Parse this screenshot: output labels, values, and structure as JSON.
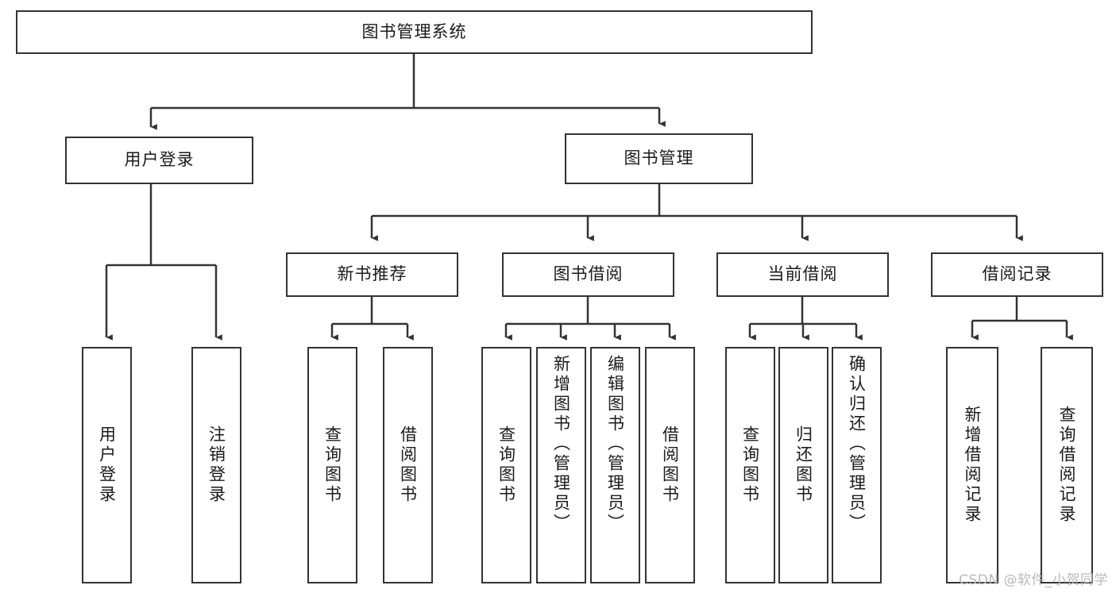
{
  "diagram": {
    "title": "图书管理系统",
    "type": "hierarchy-tree",
    "orientation": "top-down",
    "colors": {
      "stroke": "#333333",
      "fill": "#ffffff",
      "text": "#1a1a1a",
      "watermark": "#b9b9b9"
    },
    "root": {
      "label": "图书管理系统"
    },
    "level2": [
      {
        "label": "用户登录"
      },
      {
        "label": "图书管理"
      }
    ],
    "level3": [
      {
        "label": "新书推荐"
      },
      {
        "label": "图书借阅"
      },
      {
        "label": "当前借阅"
      },
      {
        "label": "借阅记录"
      }
    ],
    "leaves": {
      "user_login": [
        {
          "label": "用户登录"
        },
        {
          "label": "注销登录"
        }
      ],
      "new_book_recommend": [
        {
          "label": "查询图书"
        },
        {
          "label": "借阅图书"
        }
      ],
      "book_borrow": [
        {
          "label": "查询图书"
        },
        {
          "label": "新增图书（管理员）"
        },
        {
          "label": "编辑图书（管理员）"
        },
        {
          "label": "借阅图书"
        }
      ],
      "current_borrow": [
        {
          "label": "查询图书"
        },
        {
          "label": "归还图书"
        },
        {
          "label": "确认归还（管理员）"
        }
      ],
      "borrow_record": [
        {
          "label": "新增借阅记录"
        },
        {
          "label": "查询借阅记录"
        }
      ]
    }
  },
  "watermark": {
    "text": "CSDN @软件_小贺同学"
  }
}
